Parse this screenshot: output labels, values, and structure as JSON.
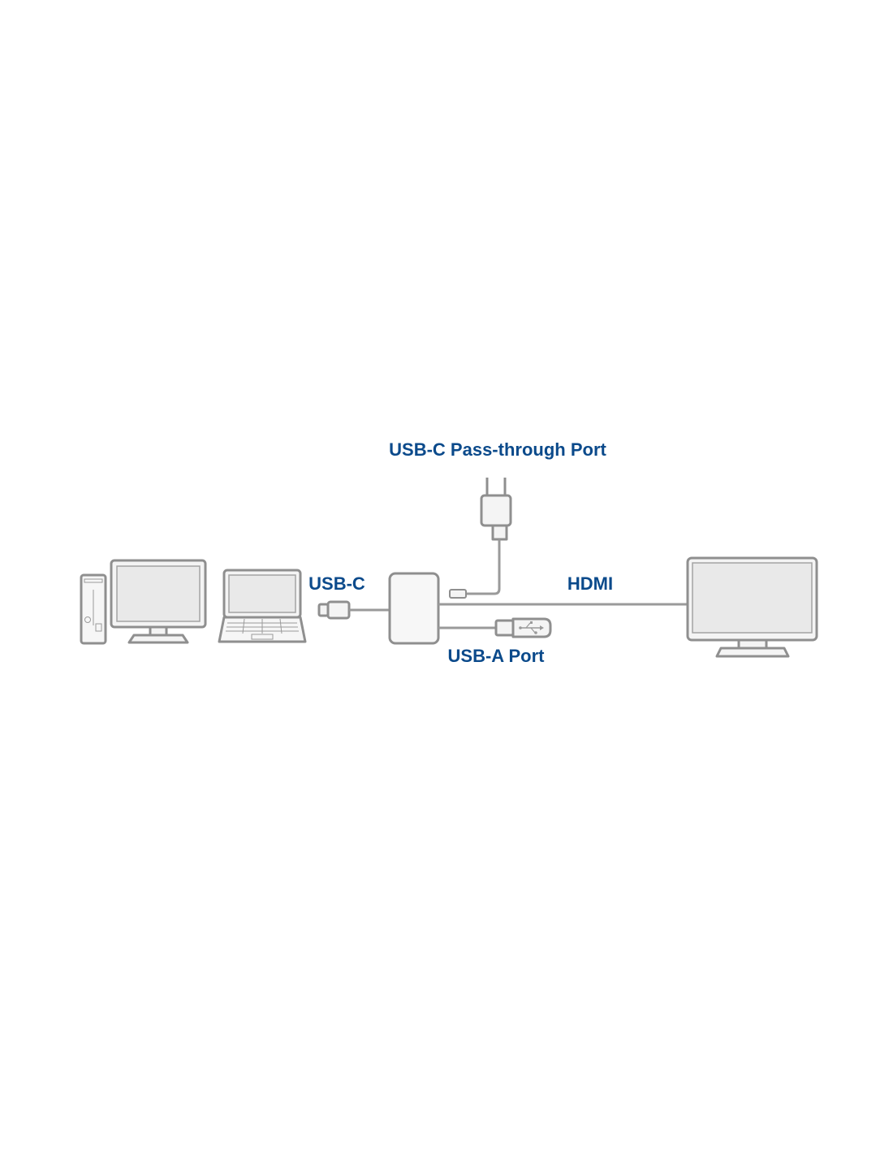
{
  "colors": {
    "label": "#0b4a8b",
    "outline": "#8f8f8f",
    "screen_fill": "#e9e9e9",
    "device_fill": "#f4f4f4",
    "background": "#ffffff"
  },
  "labels": {
    "pass_through": "USB-C Pass-through Port",
    "usb_c": "USB-C",
    "hdmi": "HDMI",
    "usb_a": "USB-A Port"
  },
  "icons": [
    "desktop-tower-icon",
    "desktop-monitor-icon",
    "laptop-icon",
    "usb-c-plug-icon",
    "adapter-hub-icon",
    "power-adapter-icon",
    "usb-flash-drive-icon",
    "external-monitor-icon"
  ]
}
